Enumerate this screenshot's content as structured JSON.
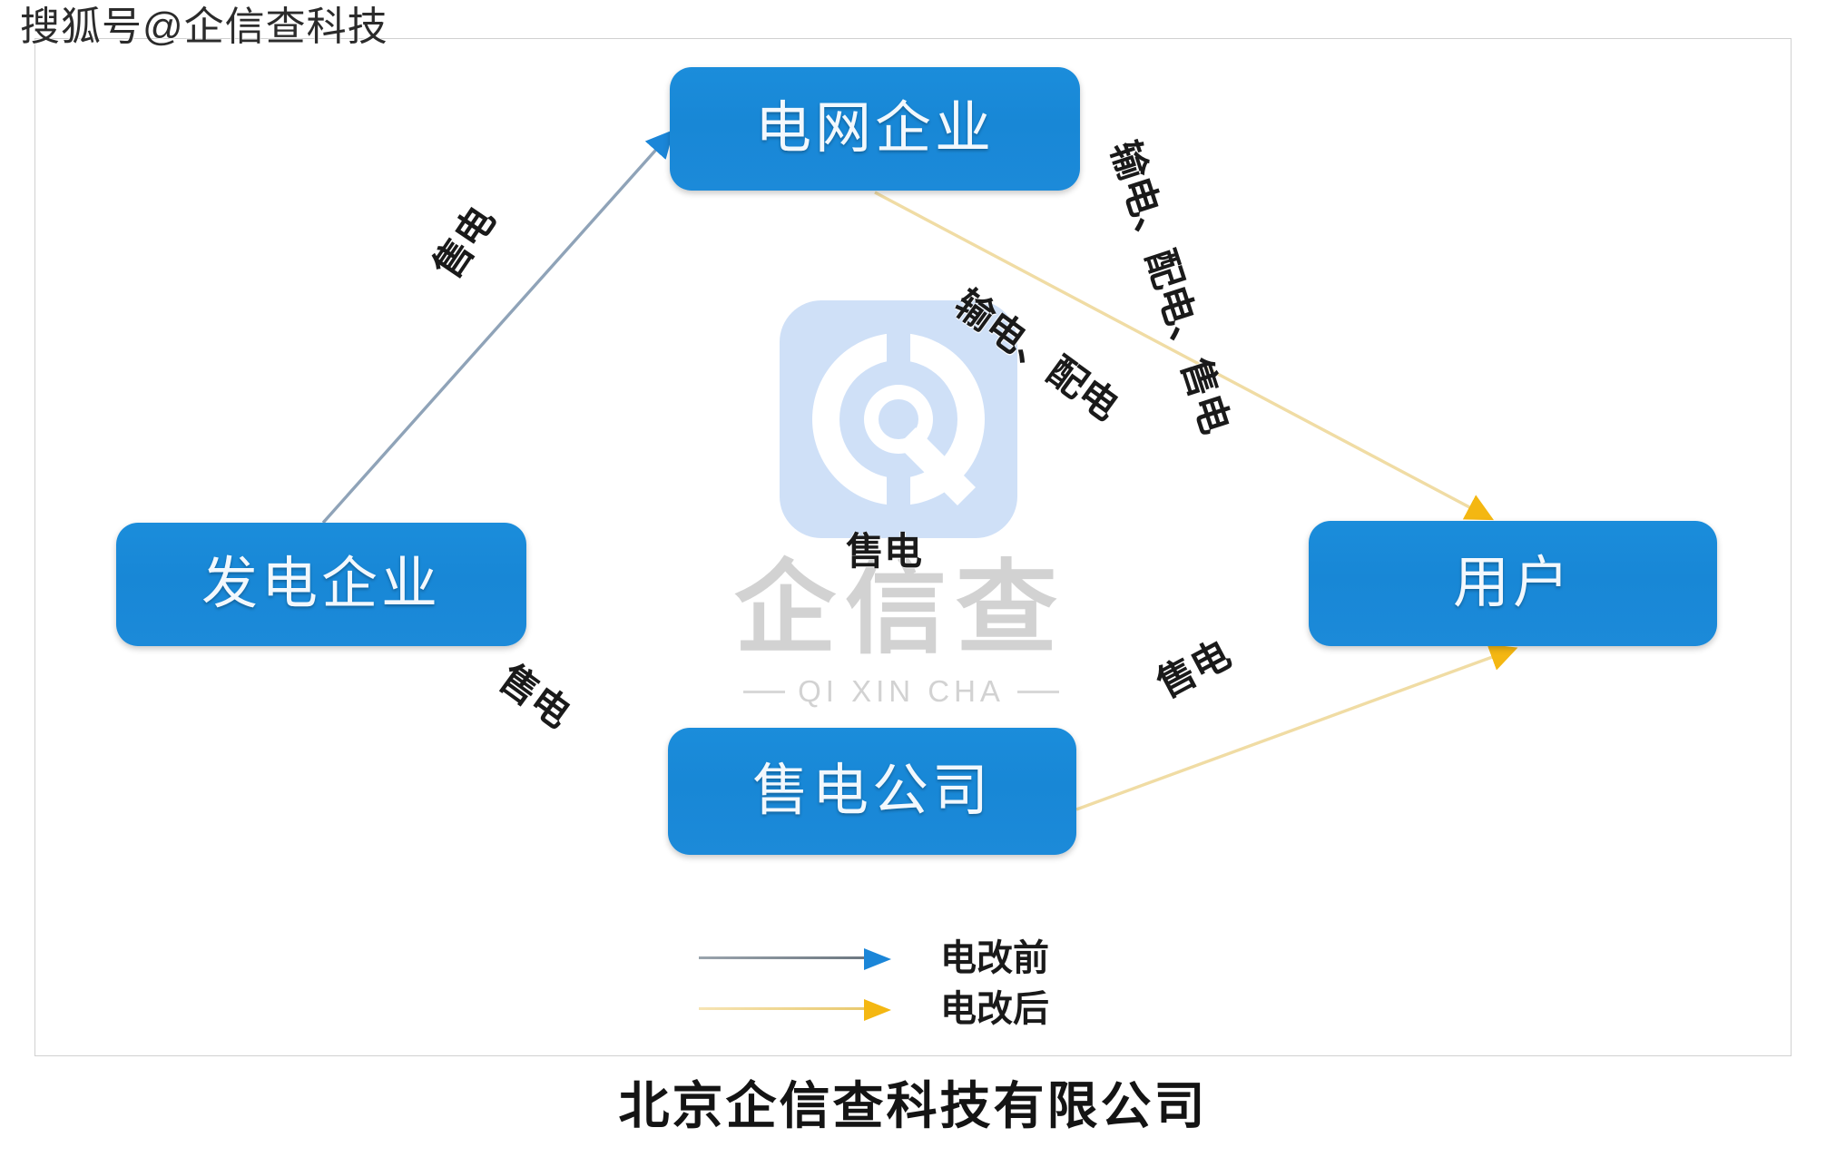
{
  "source_watermark": "搜狐号@企信查科技",
  "brand_watermark": {
    "logo_icon": "qixincha-q-logo-icon",
    "name_cn": "企信查",
    "name_en": "QI XIN CHA"
  },
  "diagram": {
    "nodes": [
      {
        "id": "grid",
        "label": "电网企业"
      },
      {
        "id": "generation",
        "label": "发电企业"
      },
      {
        "id": "user",
        "label": "用户"
      },
      {
        "id": "retailer",
        "label": "售电公司"
      }
    ],
    "edge_labels": {
      "generation_to_grid": "售电",
      "generation_to_retailer": "售电",
      "grid_to_user_middle": "输电、配电",
      "grid_to_user_top": "输电、配电、售电",
      "center": "售电",
      "retailer_to_user": "售电"
    }
  },
  "legend": {
    "items": [
      {
        "label": "电改前",
        "color": "#1b86d8",
        "line_color": "#6c7780"
      },
      {
        "label": "电改后",
        "color": "#f4b712",
        "line_color": "#e9c96e"
      }
    ]
  },
  "bottom_caption": "北京企信查科技有限公司",
  "colors": {
    "node_blue": "#1887d6",
    "before_arrow": "#1b86d8",
    "after_arrow": "#f4b712",
    "frame_border": "#d0d0d0",
    "watermark_gray": "#d2d2d2",
    "watermark_tile": "#cfe0f7"
  }
}
